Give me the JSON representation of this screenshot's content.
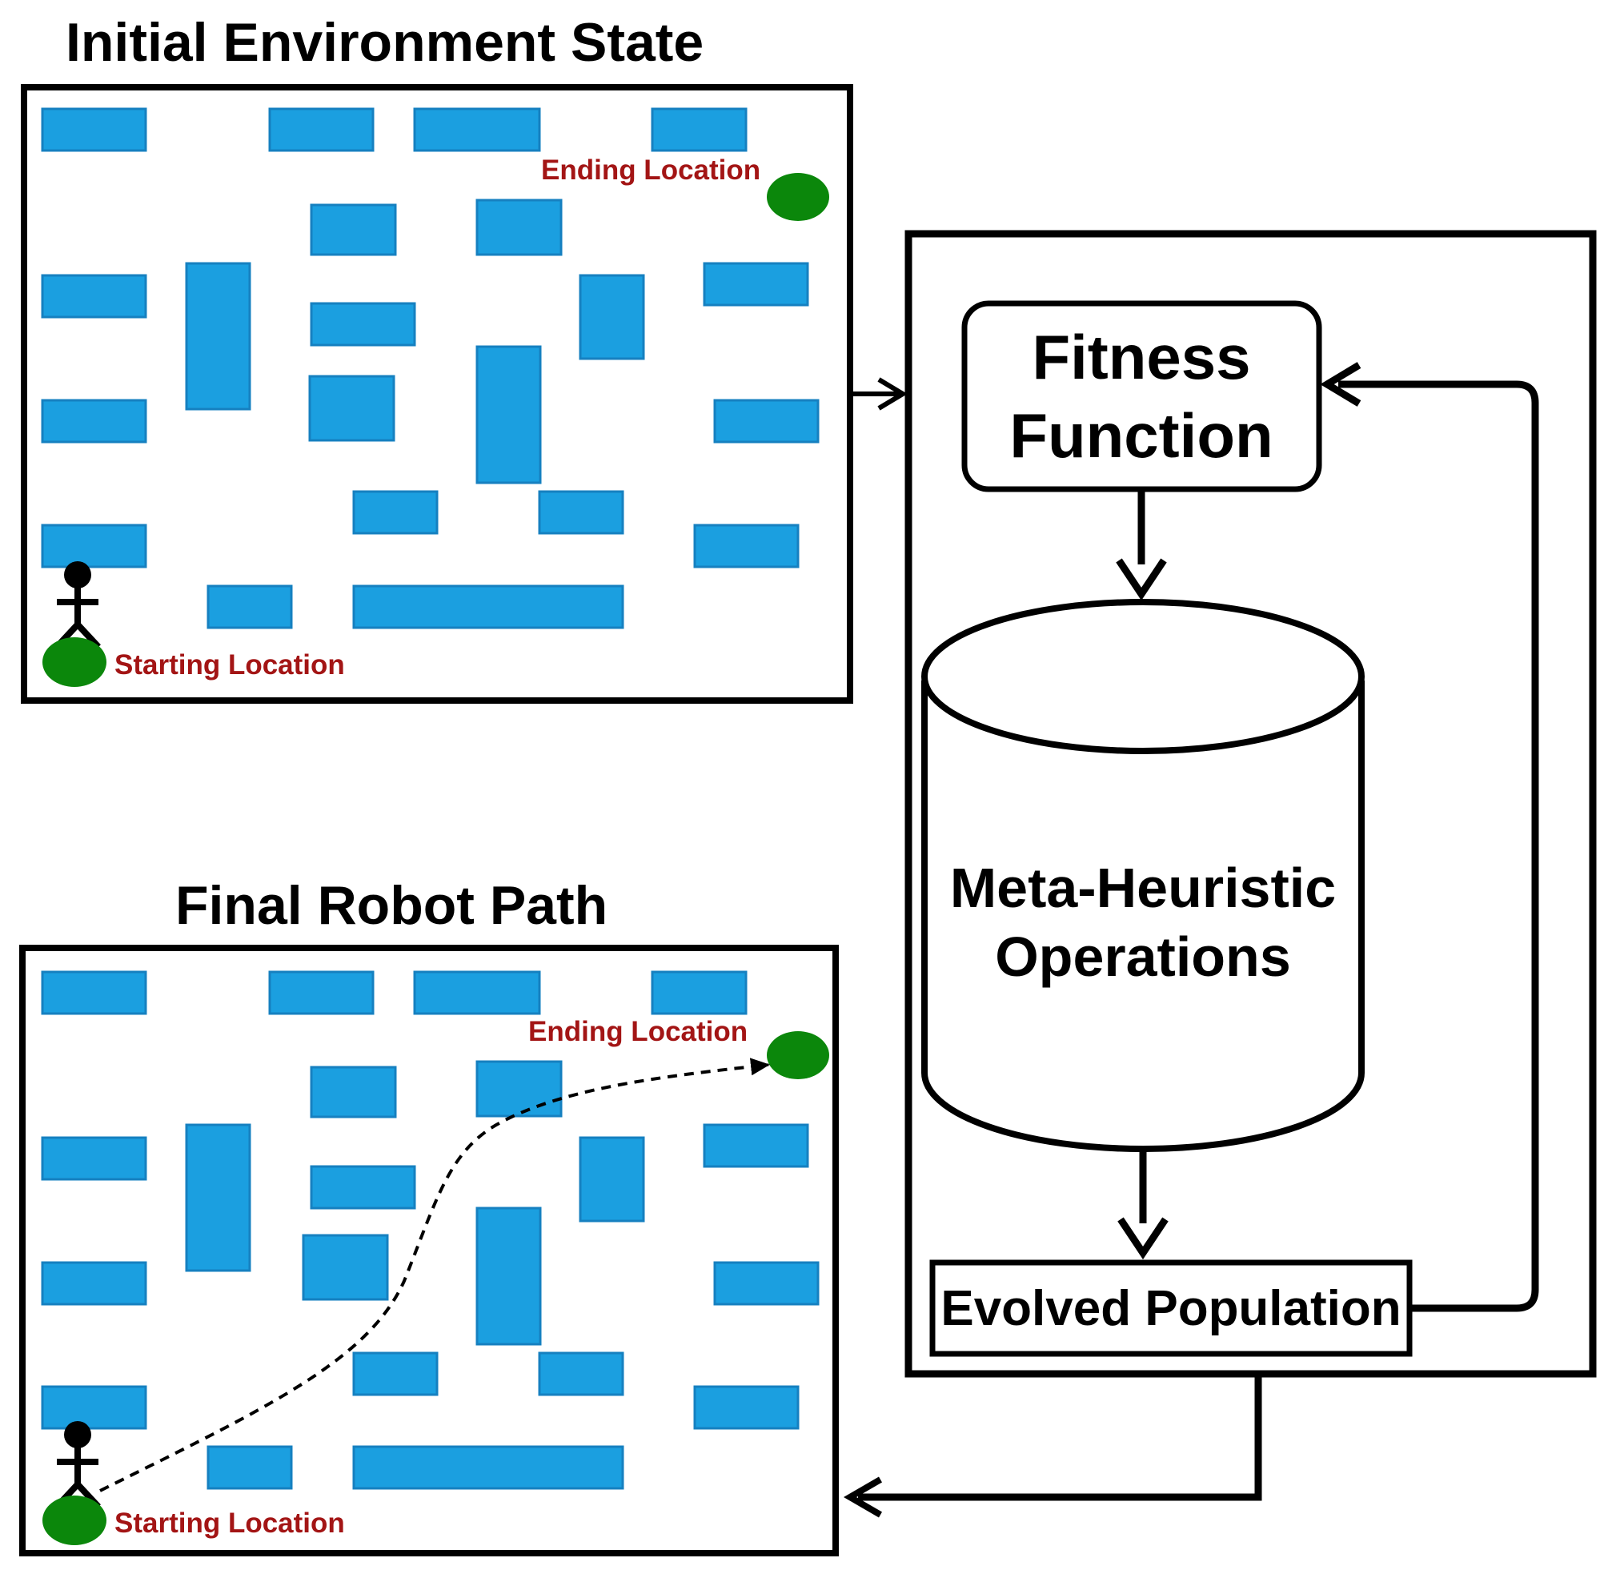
{
  "panels": {
    "initial": {
      "title": "Initial Environment State"
    },
    "final": {
      "title": "Final Robot Path"
    }
  },
  "labels": {
    "ending_location": "Ending Location",
    "starting_location": "Starting Location"
  },
  "process": {
    "fitness_line1": "Fitness",
    "fitness_line2": "Function",
    "meta_line1": "Meta-Heuristic",
    "meta_line2": "Operations",
    "evolved_population": "Evolved Population"
  },
  "colors": {
    "obstacle_fill": "#1b9fe0",
    "obstacle_stroke": "#1680c0",
    "location_marker": "#0b870b",
    "location_text": "#a31515",
    "outline": "#000000"
  },
  "icons": {
    "robot": "stick-figure-robot-icon",
    "goal": "location-marker-icon"
  }
}
